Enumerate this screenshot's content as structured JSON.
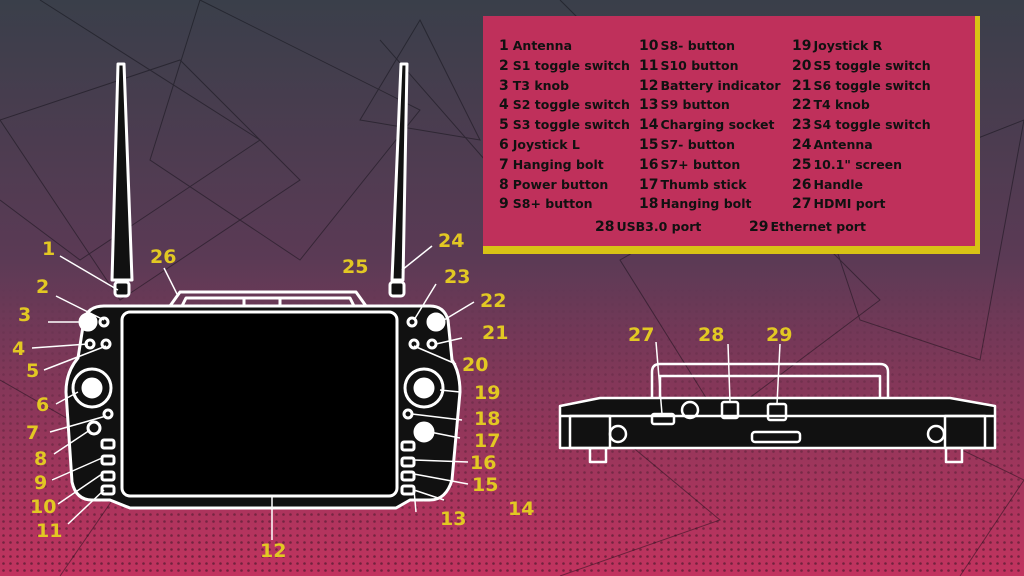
{
  "legend": {
    "column1": [
      {
        "num": "1",
        "label": "Antenna"
      },
      {
        "num": "2",
        "label": "S1 toggle switch"
      },
      {
        "num": "3",
        "label": "T3 knob"
      },
      {
        "num": "4",
        "label": "S2 toggle switch"
      },
      {
        "num": "5",
        "label": "S3 toggle switch"
      },
      {
        "num": "6",
        "label": "Joystick L"
      },
      {
        "num": "7",
        "label": "Hanging bolt"
      },
      {
        "num": "8",
        "label": "Power button"
      },
      {
        "num": "9",
        "label": "S8+ button"
      }
    ],
    "column2": [
      {
        "num": "10",
        "label": "S8- button"
      },
      {
        "num": "11",
        "label": "S10 button"
      },
      {
        "num": "12",
        "label": "Battery indicator"
      },
      {
        "num": "13",
        "label": "S9 button"
      },
      {
        "num": "14",
        "label": "Charging socket"
      },
      {
        "num": "15",
        "label": "S7- button"
      },
      {
        "num": "16",
        "label": "S7+ button"
      },
      {
        "num": "17",
        "label": "Thumb stick"
      },
      {
        "num": "18",
        "label": "Hanging bolt"
      }
    ],
    "column3": [
      {
        "num": "19",
        "label": "Joystick R"
      },
      {
        "num": "20",
        "label": "S5 toggle switch"
      },
      {
        "num": "21",
        "label": "S6 toggle switch"
      },
      {
        "num": "22",
        "label": "T4 knob"
      },
      {
        "num": "23",
        "label": "S4 toggle switch"
      },
      {
        "num": "24",
        "label": "Antenna"
      },
      {
        "num": "25",
        "label": "10.1\" screen"
      },
      {
        "num": "26",
        "label": "Handle"
      },
      {
        "num": "27",
        "label": "HDMI port"
      }
    ],
    "bottom": [
      {
        "num": "28",
        "label": "USB3.0 port"
      },
      {
        "num": "29",
        "label": "Ethernet port"
      }
    ]
  },
  "callouts": {
    "front": [
      "1",
      "2",
      "3",
      "4",
      "5",
      "6",
      "7",
      "8",
      "9",
      "10",
      "11",
      "12",
      "13",
      "14",
      "15",
      "16",
      "17",
      "18",
      "19",
      "20",
      "21",
      "22",
      "23",
      "24",
      "25",
      "26"
    ],
    "back": [
      "27",
      "28",
      "29"
    ]
  },
  "colors": {
    "background_top": "#3a3f4a",
    "background_bottom": "#c2335f",
    "legend_panel": "#bf305b",
    "legend_accent": "#d8c215",
    "callout_text": "#e2c823",
    "device_outline": "#ffffff",
    "screen": "#000000"
  }
}
